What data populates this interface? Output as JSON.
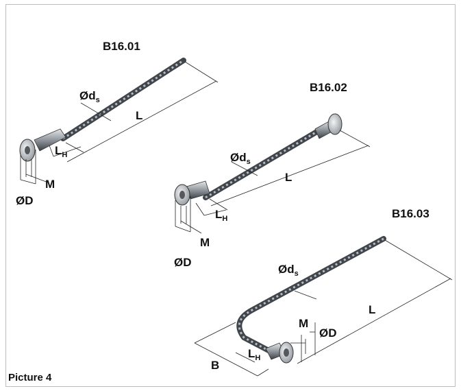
{
  "figure": {
    "caption": "Picture 4",
    "items": [
      {
        "code": "B16.01",
        "labels": {
          "diameter_ds": "Ød",
          "ds_sub": "s",
          "length": "L",
          "head_length": "L",
          "lh_sub": "H",
          "thread": "M",
          "diameter_D": "ØD"
        }
      },
      {
        "code": "B16.02",
        "labels": {
          "diameter_ds": "Ød",
          "ds_sub": "s",
          "length": "L",
          "head_length": "L",
          "lh_sub": "H",
          "thread": "M",
          "diameter_D": "ØD"
        }
      },
      {
        "code": "B16.03",
        "labels": {
          "diameter_ds": "Ød",
          "ds_sub": "s",
          "length": "L",
          "head_length": "L",
          "lh_sub": "H",
          "thread": "M",
          "diameter_D": "ØD",
          "bend": "B"
        }
      }
    ]
  },
  "colors": {
    "frame": "#bdbdbd",
    "metal": "#8a9096",
    "metal_dark": "#3a3f44",
    "metal_light": "#dfe3e6",
    "line": "#222222"
  }
}
